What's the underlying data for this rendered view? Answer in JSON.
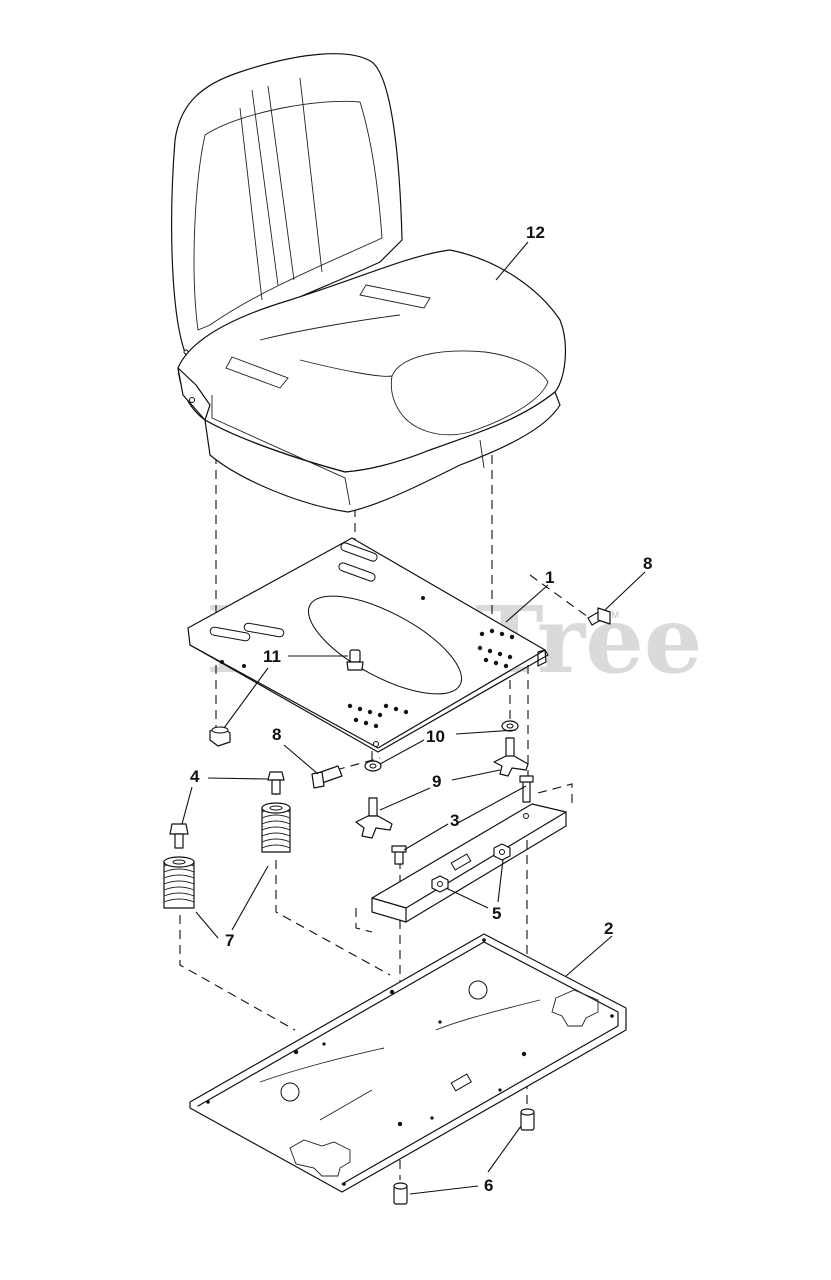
{
  "watermark": {
    "text": "PartsTree",
    "tm": "TM"
  },
  "callouts": {
    "c1": "1",
    "c2": "2",
    "c3": "3",
    "c4": "4",
    "c5": "5",
    "c6": "6",
    "c7": "7",
    "c8a": "8",
    "c8b": "8",
    "c9": "9",
    "c10": "10",
    "c11": "11",
    "c12": "12"
  }
}
